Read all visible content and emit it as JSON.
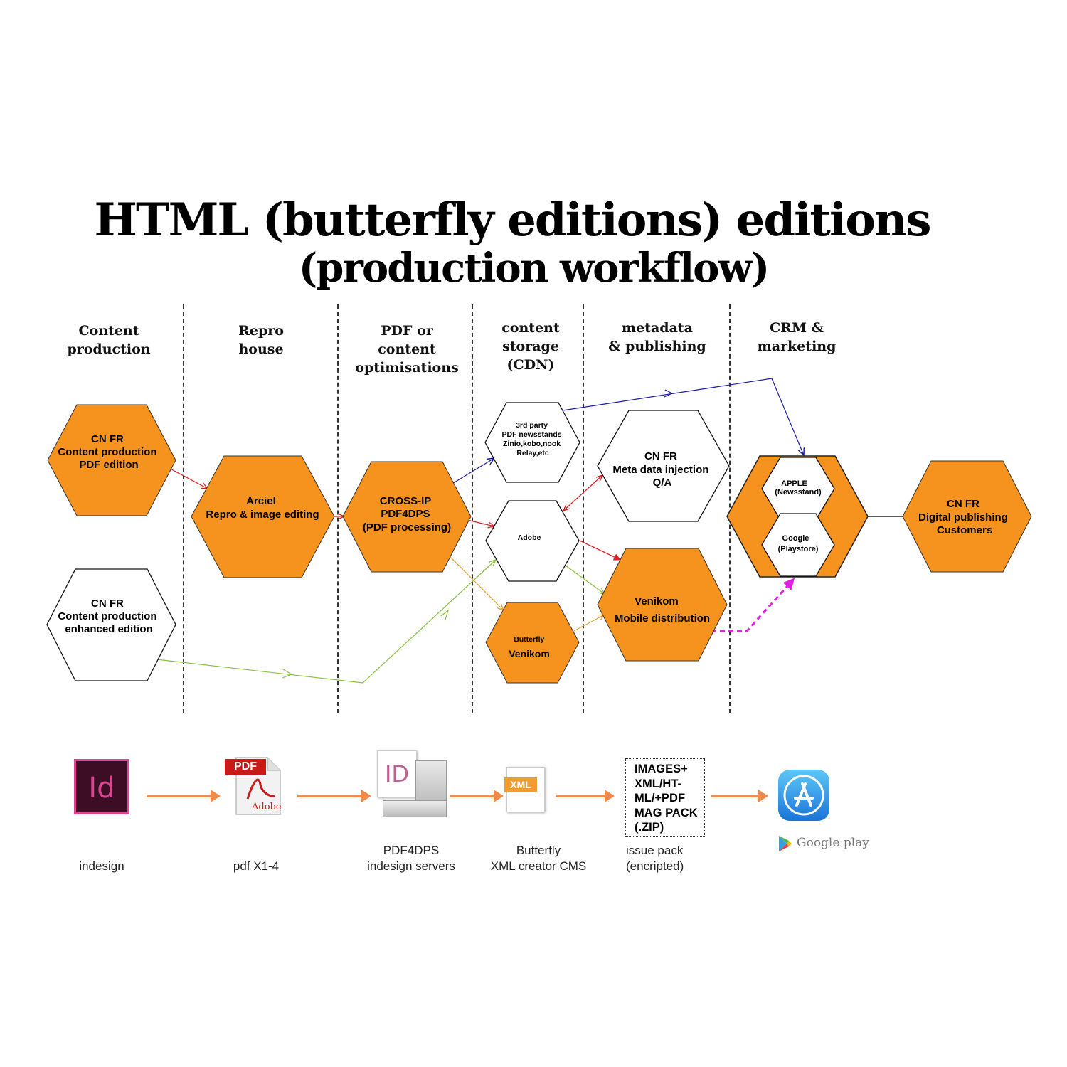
{
  "title": {
    "line1": "HTML (butterfly editions)  editions",
    "line2": "(production workflow)"
  },
  "columns": [
    {
      "lines": [
        "Content",
        "production"
      ]
    },
    {
      "lines": [
        "Repro",
        "house"
      ]
    },
    {
      "lines": [
        "PDF or",
        "content",
        "optimisations"
      ]
    },
    {
      "lines": [
        "content",
        "storage",
        "(CDN)"
      ]
    },
    {
      "lines": [
        "metadata",
        "& publishing"
      ]
    },
    {
      "lines": [
        "CRM &",
        "marketing"
      ]
    }
  ],
  "nodes": {
    "cnfr_pdf": {
      "lines": [
        "CN FR",
        "Content production",
        "PDF edition"
      ]
    },
    "cnfr_enhanced": {
      "lines": [
        "CN FR",
        "Content production",
        "enhanced edition"
      ]
    },
    "arciel": {
      "lines": [
        "Arciel",
        "Repro & image editing"
      ]
    },
    "crossip": {
      "lines": [
        "CROSS-IP",
        "PDF4DPS",
        "(PDF processing)"
      ]
    },
    "thirdparty": {
      "lines": [
        "3rd party",
        "PDF newsstands",
        "Zinio,kobo,nook",
        "Relay,etc"
      ]
    },
    "adobe": {
      "lines": [
        "Adobe"
      ]
    },
    "butterfly": {
      "lines": [
        "Butterfly",
        "Venikom"
      ]
    },
    "metadata": {
      "lines": [
        "CN FR",
        "Meta data injection",
        "Q/A"
      ]
    },
    "venikom": {
      "lines": [
        "Venikom",
        "Mobile distribution"
      ]
    },
    "apple": {
      "lines": [
        "APPLE",
        "(Newsstand)"
      ]
    },
    "google": {
      "lines": [
        "Google",
        "(Playstore)"
      ]
    },
    "customers": {
      "lines": [
        "CN FR",
        "Digital publishing",
        "Customers"
      ]
    }
  },
  "colors": {
    "orange": "#f6931e",
    "tool_arrow": "#ef8a4a",
    "red_link": "#e02020",
    "blue_link": "#1a1aa8",
    "green_link": "#8ac043",
    "amber_link": "#e8a030",
    "magenta_link": "#e020e0"
  },
  "toolchain": {
    "indesign_icon_label": "Id",
    "pdf_icon_badge": "PDF",
    "pdf_icon_brand": "Adobe",
    "server_icon_label": "ID",
    "xml_icon_label": "XML",
    "pack_lines": [
      "IMAGES+",
      "XML/HT-",
      "ML/+PDF",
      "MAG PACK",
      "(.ZIP)"
    ],
    "google_play_text": "Google play",
    "labels": [
      {
        "lines": [
          "indesign"
        ]
      },
      {
        "lines": [
          "pdf X1-4"
        ]
      },
      {
        "lines": [
          "PDF4DPS",
          "indesign servers"
        ]
      },
      {
        "lines": [
          "Butterfly",
          "XML creator CMS"
        ]
      },
      {
        "lines": [
          "issue pack",
          "(encripted)"
        ]
      }
    ]
  }
}
